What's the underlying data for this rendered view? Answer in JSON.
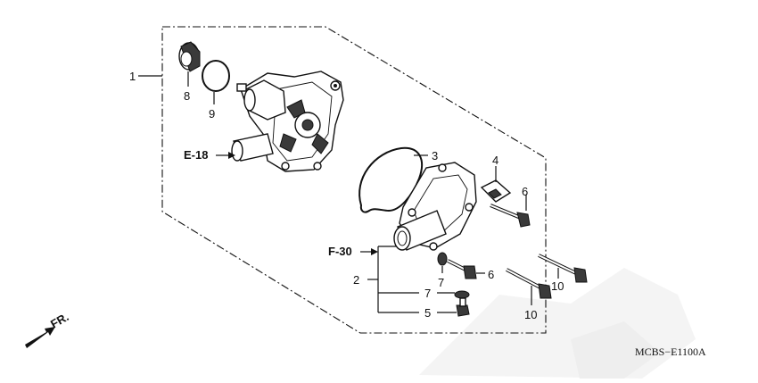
{
  "diagram": {
    "catalog_code": "MCBS−E1100A",
    "direction_label": "FR.",
    "references": {
      "e18": "E-18",
      "f30": "F-30"
    },
    "callouts": {
      "c1": "1",
      "c2": "2",
      "c3": "3",
      "c4": "4",
      "c5": "5",
      "c6a": "6",
      "c6b": "6",
      "c7a": "7",
      "c7b": "7",
      "c8": "8",
      "c9": "9",
      "c10a": "10",
      "c10b": "10"
    }
  }
}
